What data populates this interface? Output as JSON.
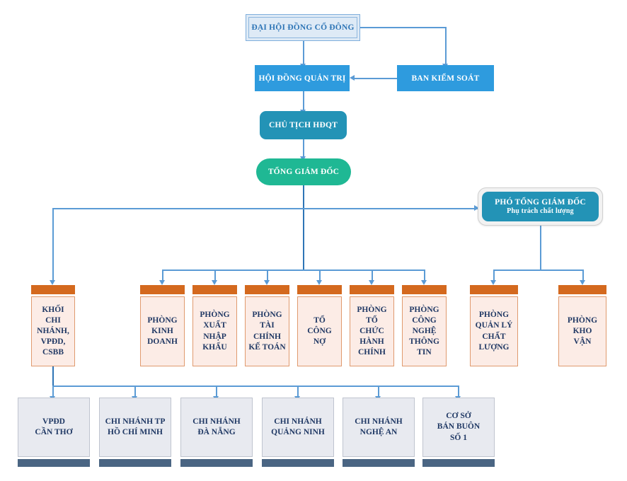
{
  "diagram": {
    "title": "So do to chuc cong ty",
    "type": "organizational-chart",
    "colors": {
      "assembly_fill": "#DEEAF6",
      "assembly_text": "#2E75B6",
      "board_fill": "#2E9BDE",
      "chairman_fill": "#2393B6",
      "ceo_fill": "#1FB894",
      "deputy_fill": "#2393B6",
      "deputy_frame": "#F2F2F2",
      "department_cap": "#D4691E",
      "department_body": "#FCECE6",
      "department_border": "#E09A6E",
      "department_text": "#203864",
      "branch_body": "#E8EAF0",
      "branch_foot": "#4A6583",
      "branch_text": "#1F3864",
      "connector": "#5B9BD5",
      "connector_trunk": "#2E75B6"
    }
  },
  "nodes": {
    "assembly": {
      "label": "ĐẠI HỘI ĐỒNG CỔ ĐÔNG"
    },
    "board": {
      "label": "HỘI ĐỒNG QUẢN TRỊ"
    },
    "supervisory": {
      "label": "BAN KIỂM SOÁT"
    },
    "chairman": {
      "label": "CHỦ TỊCH HĐQT"
    },
    "ceo": {
      "label": "TỔNG GIÁM ĐỐC"
    },
    "deputy": {
      "label": "PHÓ TỔNG GIÁM ĐỐC",
      "sublabel": "Phụ trách chất lượng"
    }
  },
  "departments": [
    {
      "label": "KHỐI\nCHI\nNHÁNH,\nVPĐD,\nCSBB"
    },
    {
      "label": "PHÒNG\nKINH\nDOANH"
    },
    {
      "label": "PHÒNG\nXUẤT\nNHẬP\nKHẨU"
    },
    {
      "label": "PHÒNG\nTÀI\nCHÍNH\nKẾ TOÁN"
    },
    {
      "label": "TỔ\nCÔNG\nNỢ"
    },
    {
      "label": "PHÒNG\nTỔ\nCHỨC\nHÀNH\nCHÍNH"
    },
    {
      "label": "PHÒNG\nCÔNG\nNGHỆ\nTHÔNG\nTIN"
    },
    {
      "label": "PHÒNG\nQUẢN LÝ\nCHẤT\nLƯỢNG"
    },
    {
      "label": "PHÒNG\nKHO\nVẬN"
    }
  ],
  "branches": [
    {
      "label": "VPĐD\nCẦN THƠ"
    },
    {
      "label": "CHI NHÁNH TP\nHỒ CHÍ MINH"
    },
    {
      "label": "CHI NHÁNH\nĐÀ NẴNG"
    },
    {
      "label": "CHI NHÁNH\nQUẢNG NINH"
    },
    {
      "label": "CHI NHÁNH\nNGHỆ AN"
    },
    {
      "label": "CƠ SỞ\nBÁN BUÔN\nSỐ 1"
    }
  ]
}
